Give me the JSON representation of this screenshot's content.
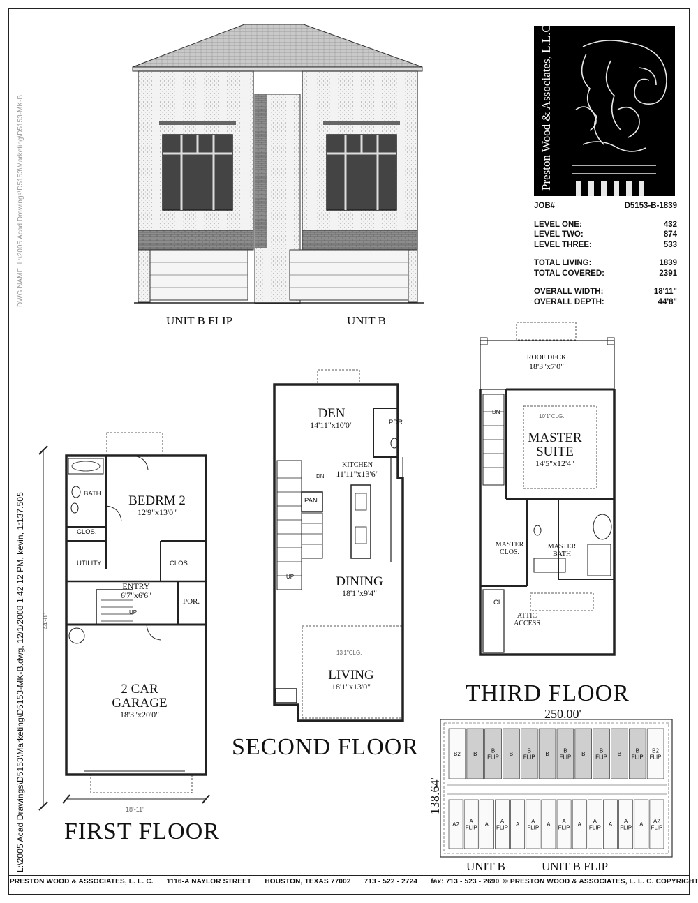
{
  "dwg_name": "DWG NAME: L:\\2005 Acad Drawings\\D5153\\Marketing\\D5153-MK-B",
  "plot_stamp": "L:\\2005 Acad Drawings\\D5153\\Marketing\\D5153-MK-B.dwg, 12/1/2008 1:42:12 PM, kevin, 1:137.505",
  "logo": {
    "text": "Preston Wood & Associates, L.L.C."
  },
  "job": {
    "label": "JOB#",
    "value": "D5153-B-1839"
  },
  "areas": [
    {
      "label": "LEVEL ONE:",
      "value": "432"
    },
    {
      "label": "LEVEL TWO:",
      "value": "874"
    },
    {
      "label": "LEVEL THREE:",
      "value": "533"
    }
  ],
  "totals": [
    {
      "label": "TOTAL LIVING:",
      "value": "1839"
    },
    {
      "label": "TOTAL COVERED:",
      "value": "2391"
    }
  ],
  "dimensions": [
    {
      "label": "OVERALL WIDTH:",
      "value": "18'11\""
    },
    {
      "label": "OVERALL DEPTH:",
      "value": "44'8\""
    }
  ],
  "elevation": {
    "left_label": "UNIT B FLIP",
    "right_label": "UNIT B"
  },
  "first_floor": {
    "title": "FIRST FLOOR",
    "bath": "BATH",
    "bedroom_name": "BEDRM 2",
    "bedroom_dims": "12'9\"x13'0\"",
    "clos1": "CLOS.",
    "clos2": "CLOS.",
    "utility": "UTILITY",
    "entry_name": "ENTRY",
    "entry_dims": "6'7\"x6'6\"",
    "por": "POR.",
    "up": "UP",
    "garage_name1": "2 CAR",
    "garage_name2": "GARAGE",
    "garage_dims": "18'3\"x20'0\"",
    "width_dim": "18'-11\"",
    "depth_dim": "44'-8\""
  },
  "second_floor": {
    "title": "SECOND FLOOR",
    "den_name": "DEN",
    "den_dims": "14'11\"x10'0\"",
    "pdr": "PDR",
    "kitchen_name": "KITCHEN",
    "kitchen_dims": "11'11\"x13'6\"",
    "dn": "DN",
    "pan": "PAN.",
    "up": "UP",
    "dining_name": "DINING",
    "dining_dims": "18'1\"x9'4\"",
    "clg": "13'1\"CLG.",
    "living_name": "LIVING",
    "living_dims": "18'1\"x13'0\""
  },
  "third_floor": {
    "title": "THIRD FLOOR",
    "roof_deck": "ROOF DECK",
    "roof_deck_dims": "18'3\"x7'0\"",
    "dn": "DN",
    "clg": "10'1\"CLG.",
    "master_name1": "MASTER",
    "master_name2": "SUITE",
    "master_dims": "14'5\"x12'4\"",
    "master_clos1": "MASTER",
    "master_clos2": "CLOS.",
    "master_bath1": "MASTER",
    "master_bath2": "BATH",
    "cl": "CL.",
    "attic1": "ATTIC",
    "attic2": "ACCESS"
  },
  "site_plan": {
    "width": "250.00'",
    "depth": "138.64'",
    "label_left": "UNIT B",
    "label_right": "UNIT B FLIP",
    "top_units": [
      "B2",
      "B",
      "B FLIP",
      "B",
      "B FLIP",
      "B",
      "B FLIP",
      "B",
      "B FLIP",
      "B",
      "B FLIP",
      "B2 FLIP"
    ],
    "bottom_units": [
      "A2",
      "A FLIP",
      "A",
      "A FLIP",
      "A",
      "A FLIP",
      "A",
      "A FLIP",
      "A",
      "A FLIP",
      "A",
      "A FLIP",
      "A",
      "A2 FLIP"
    ]
  },
  "footer": {
    "company": "PRESTON WOOD & ASSOCIATES, L. L. C.",
    "street": "1116-A  NAYLOR STREET",
    "city": "HOUSTON, TEXAS  77002",
    "phone": "713 - 522 - 2724",
    "fax": "fax:  713 - 523 - 2690",
    "copyright": "© PRESTON WOOD & ASSOCIATES, L. L. C.  COPYRIGHT"
  }
}
